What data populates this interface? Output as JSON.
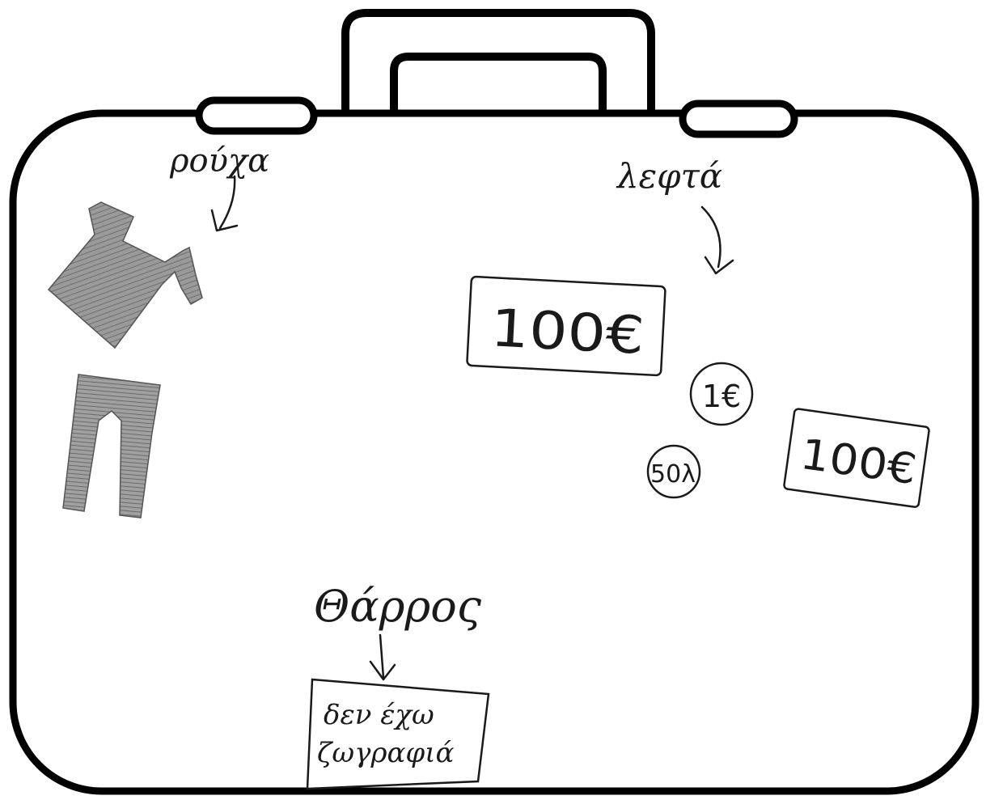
{
  "labels": {
    "clothes": "ρούχα",
    "money": "λεφτά",
    "courage": "Θάρρος"
  },
  "money_items": {
    "note_top": "100€",
    "coin_one": "1€",
    "note_right": "100€",
    "coin_fifty": "50λ"
  },
  "courage_note": {
    "line1": "δεν έχω",
    "line2": "ζωγραφιά"
  },
  "colors": {
    "outline": "#000000",
    "ink": "#1a1a1a",
    "pencil_fill": "#8c8c8c",
    "background": "#ffffff"
  },
  "icons": {
    "shirt": "tshirt-icon",
    "trousers": "trousers-icon"
  }
}
